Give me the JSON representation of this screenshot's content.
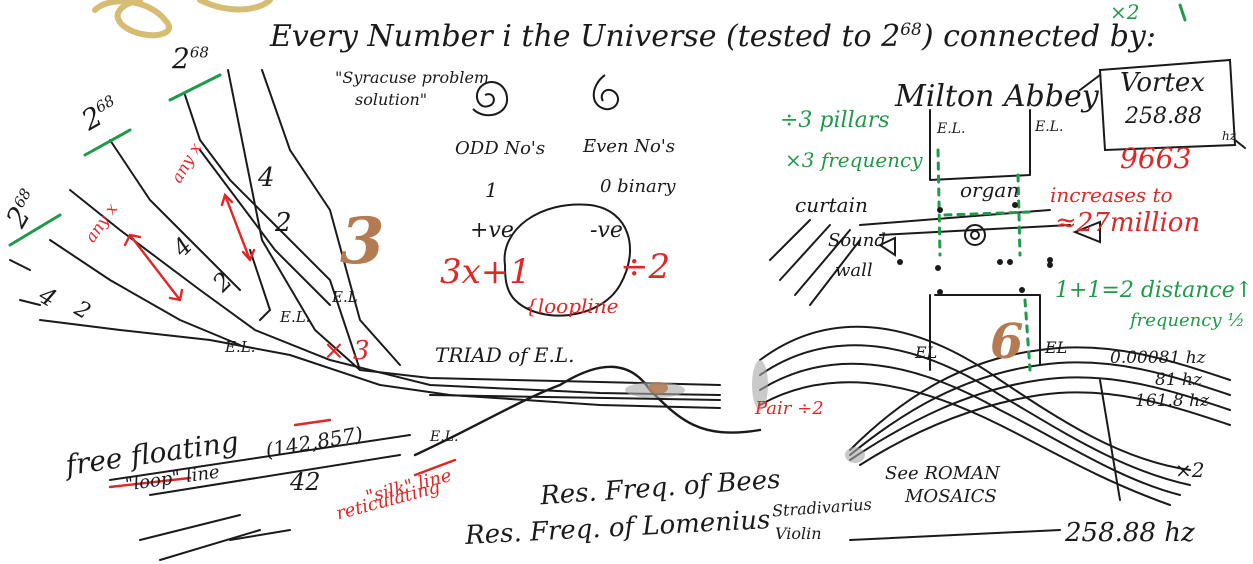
{
  "title": "Every Number i the Universe (tested to 2",
  "title_exp": "68",
  "title_tail": ") connected by:",
  "syracuse": "\"Syracuse problem",
  "solution": "solution\"",
  "odd_head": "ODD No's",
  "even_head": "Even No's",
  "odd_bin": "1",
  "even_bin": "0 binary",
  "odd_ve": "+ve",
  "even_ve": "-ve",
  "odd_rule": "3x+1",
  "even_rule": "÷2",
  "loopline": "{loopline",
  "big3": "3",
  "big6": "6",
  "x3": "× 3",
  "triad": "TRIAD of E.L.",
  "el1": "E.L.",
  "el2": "E.L.",
  "el3": "E.L",
  "el4": "E.L.",
  "pow_a": "2",
  "pow_a_exp": "68",
  "pow_b": "2",
  "pow_b_exp": "68",
  "pow_c": "2",
  "pow_c_exp": "68",
  "any_x": "any x",
  "any_x_2": "any x",
  "strip_4a": "4",
  "strip_2a": "2",
  "strip_4b": "4",
  "strip_2b": "2",
  "strip_4c": "4",
  "strip_2c": "2",
  "free_floating": "free floating",
  "loop_line": "\"loop\" line",
  "num_142857": "(142,857)",
  "num_42": "42",
  "reticulating": "reticulating",
  "silk_line": "\"silk\" line",
  "el_bottom": "E.L.",
  "pair_div2": "Pair ÷2",
  "res_bees": "Res. Freq. of Bees",
  "res_lomenius": "Res. Freq. of Lomenius",
  "stradivarius": "Stradivarius",
  "violin": "Violin",
  "roman_1": "See ROMAN",
  "roman_2": "MOSAICS",
  "freq_25888_bottom": "258.88 hz",
  "x2_right": "×2",
  "milton_abbey": "Milton Abbey",
  "vortex": "Vortex",
  "vortex_freq": "258.88",
  "vortex_hz": "hz",
  "x2_top": "×2",
  "num_9663": "9663",
  "div3_pillars": "÷3 pillars",
  "x3_frequency": "×3 frequency",
  "el_a": "E.L.",
  "el_b": "E.L.",
  "curtain": "curtain",
  "organ": "organ",
  "sound": "Sound",
  "wall": "wall",
  "increases_to": "increases to",
  "million_27": "≈27million",
  "distance_1": "1+1=2 distance↑",
  "distance_2": "frequency ½",
  "freq_small": "0.00081 hz",
  "freq_81": "81 hz",
  "freq_1618": "161.8 hz",
  "el_c": "EL",
  "el_d": "EL",
  "colors": {
    "ink": "#1a1a1a",
    "red": "#e02626",
    "green": "#1f9a4a",
    "brown": "#b47a52",
    "gold": "#c9a646"
  }
}
